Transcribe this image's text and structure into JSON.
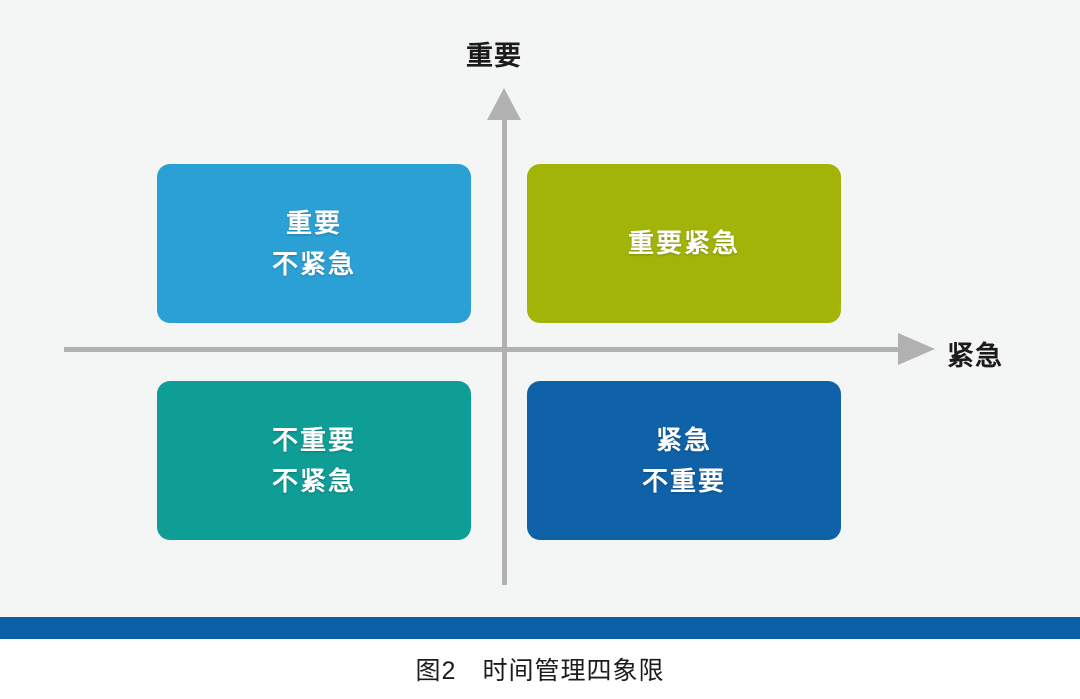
{
  "figure": {
    "caption": "图2　时间管理四象限",
    "background_color": "#f4f5f5",
    "rule_color": "#0a5fa5"
  },
  "axes": {
    "y_label": "重要",
    "x_label": "紧急",
    "axis_color": "#b1b1b1",
    "y_arrow_icon": "arrow-up-icon",
    "x_arrow_icon": "arrow-right-icon"
  },
  "quadrants": [
    {
      "id": "important-not-urgent",
      "position": "top-left",
      "lines": [
        "重要",
        "不紧急"
      ],
      "fill_color": "#2ba0d4",
      "side_color": "#1b6d97",
      "text_color": "#ffffff"
    },
    {
      "id": "important-urgent",
      "position": "top-right",
      "lines": [
        "重要紧急"
      ],
      "fill_color": "#a3b408",
      "side_color": "#6e7a04",
      "text_color": "#ffffff"
    },
    {
      "id": "not-important-not-urgent",
      "position": "bottom-left",
      "lines": [
        "不重要",
        "不紧急"
      ],
      "fill_color": "#0f9e96",
      "side_color": "#07655f",
      "text_color": "#ffffff"
    },
    {
      "id": "urgent-not-important",
      "position": "bottom-right",
      "lines": [
        "紧急",
        "不重要"
      ],
      "fill_color": "#0f62a8",
      "side_color": "#0a3f6d",
      "text_color": "#ffffff"
    }
  ]
}
